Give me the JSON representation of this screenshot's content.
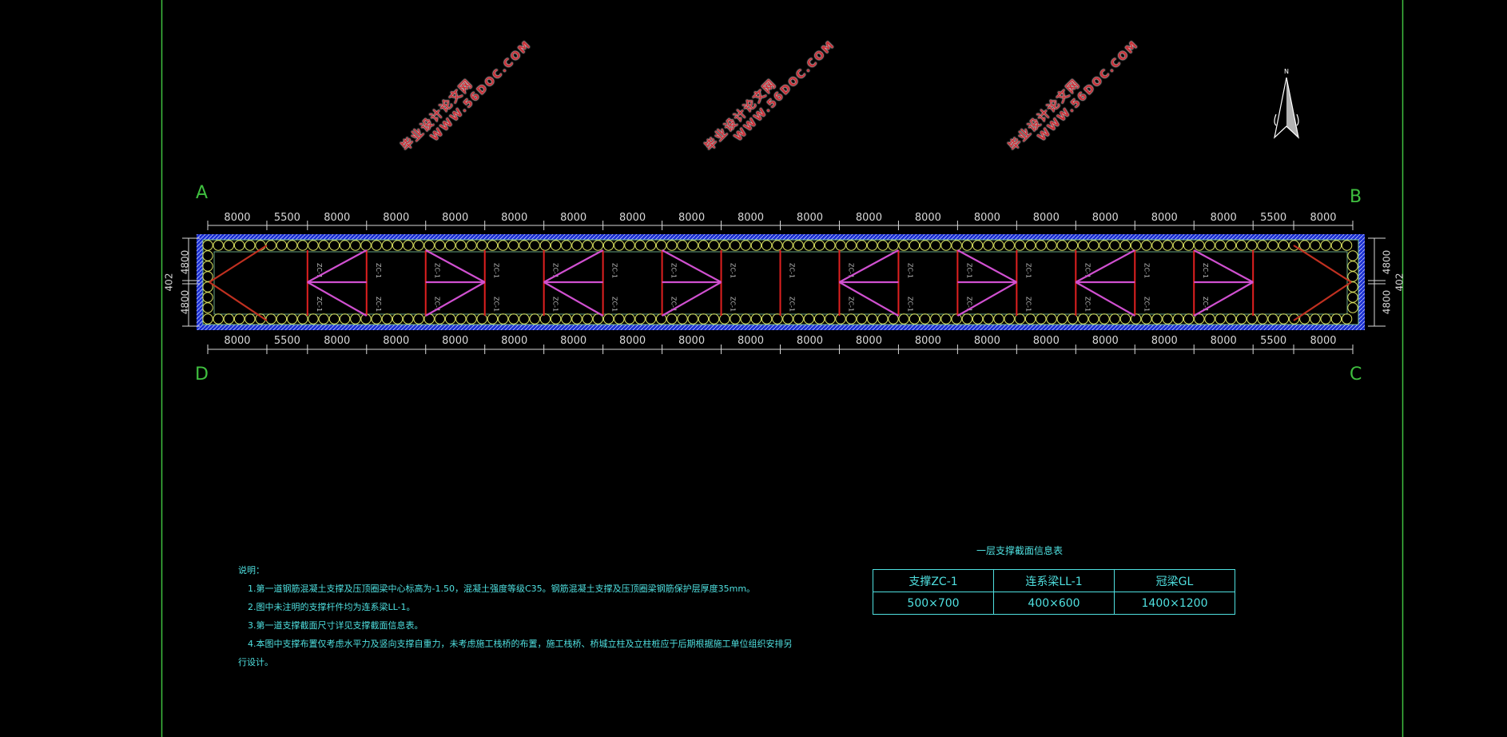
{
  "drawing": {
    "axis_labels": {
      "a": "A",
      "b": "B",
      "c": "C",
      "d": "D"
    },
    "north_label": "N",
    "span_dimensions": [
      "8000",
      "5500",
      "8000",
      "8000",
      "8000",
      "8000",
      "8000",
      "8000",
      "8000",
      "8000",
      "8000",
      "8000",
      "8000",
      "8000",
      "8000",
      "8000",
      "8000",
      "8000",
      "5500",
      "8000"
    ],
    "span_values_mm": [
      8000,
      5500,
      8000,
      8000,
      8000,
      8000,
      8000,
      8000,
      8000,
      8000,
      8000,
      8000,
      8000,
      8000,
      8000,
      8000,
      8000,
      8000,
      5500,
      8000
    ],
    "vertical_dimensions": [
      "4800",
      "402",
      "4800"
    ],
    "braced_bays": [
      {
        "bay": 2,
        "apex": "left"
      },
      {
        "bay": 4,
        "apex": "right"
      },
      {
        "bay": 6,
        "apex": "left"
      },
      {
        "bay": 8,
        "apex": "right"
      },
      {
        "bay": 11,
        "apex": "left"
      },
      {
        "bay": 13,
        "apex": "right"
      },
      {
        "bay": 15,
        "apex": "left"
      },
      {
        "bay": 17,
        "apex": "right"
      }
    ],
    "member_label": "ZC-1",
    "cap_beam_label": "GL",
    "colors": {
      "border": "#3fbf3f",
      "dim": "#d8d8d8",
      "wall": "#1a2fd0",
      "pile": "#d8e060",
      "beam": "#7fc8a0",
      "column": "#e02020",
      "brace": "#d050d0",
      "corner_brace": "#c03020",
      "text": "#4fe0e0"
    }
  },
  "notes": {
    "title": "说明：",
    "items": [
      "1.第一道钢筋混凝土支撑及压顶圈梁中心标高为-1.50，混凝土强度等级C35。钢筋混凝土支撑及压顶圈梁钢筋保护层厚度35mm。",
      "2.图中未注明的支撑杆件均为连系梁LL-1。",
      "3.第一道支撑截面尺寸详见支撑截面信息表。",
      "4.本图中支撑布置仅考虑水平力及竖向支撑自重力，未考虑施工栈桥的布置，施工栈桥、桥城立柱及立柱桩应于后期根据施工单位组织安排另",
      "行设计。"
    ]
  },
  "table": {
    "title": "一层支撑截面信息表",
    "headers": [
      "支撑ZC-1",
      "连系梁LL-1",
      "冠梁GL"
    ],
    "values": [
      "500×700",
      "400×600",
      "1400×1200"
    ]
  },
  "watermark": {
    "line1": "毕业设计论文网",
    "line2": "WWW.56DOC.COM"
  }
}
